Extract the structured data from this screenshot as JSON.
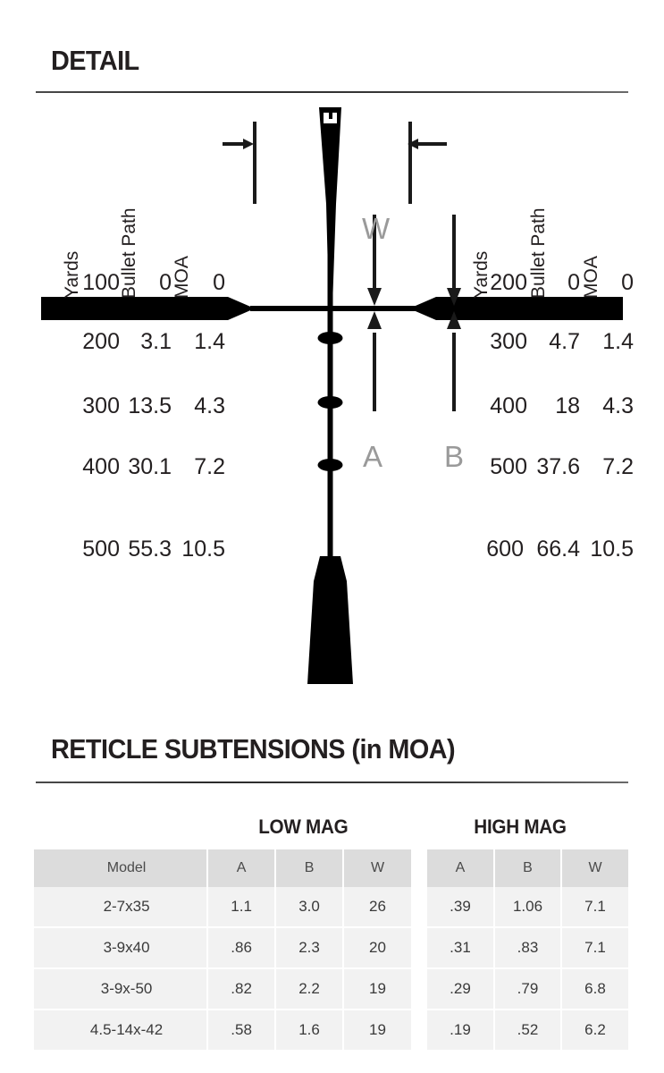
{
  "sections": {
    "detail_title": "DETAIL",
    "subtensions_title": "RETICLE SUBTENSIONS (in MOA)"
  },
  "reticle": {
    "left_table": {
      "headers": [
        "Yards",
        "Bullet Path",
        "MOA"
      ],
      "rows": [
        [
          "100",
          "0",
          "0"
        ],
        [
          "200",
          "3.1",
          "1.4"
        ],
        [
          "300",
          "13.5",
          "4.3"
        ],
        [
          "400",
          "30.1",
          "7.2"
        ],
        [
          "500",
          "55.3",
          "10.5"
        ]
      ]
    },
    "right_table": {
      "headers": [
        "Yards",
        "Bullet Path",
        "MOA"
      ],
      "rows": [
        [
          "200",
          "0",
          "0"
        ],
        [
          "300",
          "4.7",
          "1.4"
        ],
        [
          "400",
          "18",
          "4.3"
        ],
        [
          "500",
          "37.6",
          "7.2"
        ],
        [
          "600",
          "66.4",
          "10.5"
        ]
      ]
    },
    "markers": {
      "w": "W",
      "a": "A",
      "b": "B"
    },
    "colors": {
      "reticle": "#000000",
      "marker_letter": "#9a9a9a",
      "arrow": "#1a1a1a"
    }
  },
  "subtensions": {
    "band_low": "LOW MAG",
    "band_high": "HIGH MAG",
    "low": {
      "headers": [
        "Model",
        "A",
        "B",
        "W"
      ],
      "rows": [
        [
          "2-7x35",
          "1.1",
          "3.0",
          "26"
        ],
        [
          "3-9x40",
          ".86",
          "2.3",
          "20"
        ],
        [
          "3-9x-50",
          ".82",
          "2.2",
          "19"
        ],
        [
          "4.5-14x-42",
          ".58",
          "1.6",
          "19"
        ]
      ]
    },
    "high": {
      "headers": [
        "A",
        "B",
        "W"
      ],
      "rows": [
        [
          ".39",
          "1.06",
          "7.1"
        ],
        [
          ".31",
          ".83",
          "7.1"
        ],
        [
          ".29",
          ".79",
          "6.8"
        ],
        [
          ".19",
          ".52",
          "6.2"
        ]
      ]
    },
    "colors": {
      "header_bg": "#dcdcdc",
      "cell_bg": "#f2f2f2",
      "text": "#3a3a3a"
    }
  }
}
